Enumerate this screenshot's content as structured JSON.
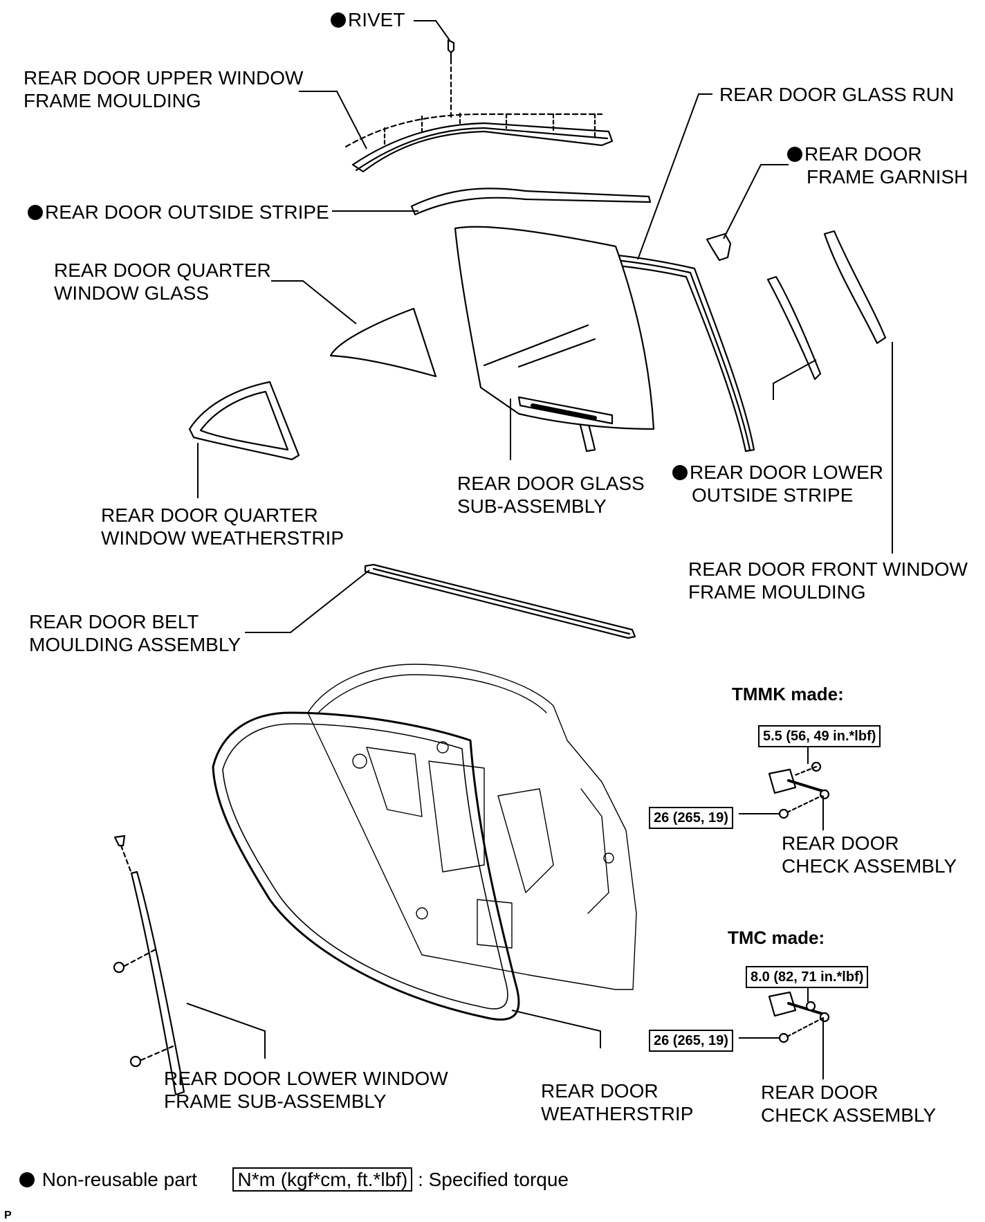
{
  "labels": {
    "rivet": "RIVET",
    "upper_moulding": [
      "REAR DOOR UPPER WINDOW",
      "FRAME MOULDING"
    ],
    "glass_run": "REAR DOOR GLASS RUN",
    "frame_garnish": [
      "REAR DOOR",
      "FRAME GARNISH"
    ],
    "outside_stripe": "REAR DOOR OUTSIDE STRIPE",
    "quarter_glass": [
      "REAR DOOR QUARTER",
      "WINDOW GLASS"
    ],
    "quarter_weatherstrip": [
      "REAR DOOR QUARTER",
      "WINDOW WEATHERSTRIP"
    ],
    "glass_subassembly": [
      "REAR DOOR GLASS",
      "SUB-ASSEMBLY"
    ],
    "lower_outside_stripe": [
      "REAR DOOR LOWER",
      "OUTSIDE STRIPE"
    ],
    "front_moulding": [
      "REAR DOOR FRONT WINDOW",
      "FRAME MOULDING"
    ],
    "belt_moulding": [
      "REAR DOOR BELT",
      "MOULDING ASSEMBLY"
    ],
    "lower_frame": [
      "REAR DOOR LOWER WINDOW",
      "FRAME SUB-ASSEMBLY"
    ],
    "weatherstrip": [
      "REAR DOOR",
      "WEATHERSTRIP"
    ],
    "check_tmmk": [
      "REAR DOOR",
      "CHECK ASSEMBLY"
    ],
    "check_tmc": [
      "REAR DOOR",
      "CHECK ASSEMBLY"
    ]
  },
  "headers": {
    "tmmk": "TMMK made:",
    "tmc": "TMC made:"
  },
  "torques": {
    "tmmk_upper": "5.5 (56, 49 in.*lbf)",
    "tmmk_lower": "26 (265, 19)",
    "tmc_upper": "8.0 (82, 71 in.*lbf)",
    "tmc_lower": "26 (265, 19)"
  },
  "legend": {
    "non_reusable": "Non-reusable part",
    "torque_unit": "N*m (kgf*cm, ft.*lbf)",
    "torque_text": ": Specified torque"
  },
  "corner_mark": "P"
}
